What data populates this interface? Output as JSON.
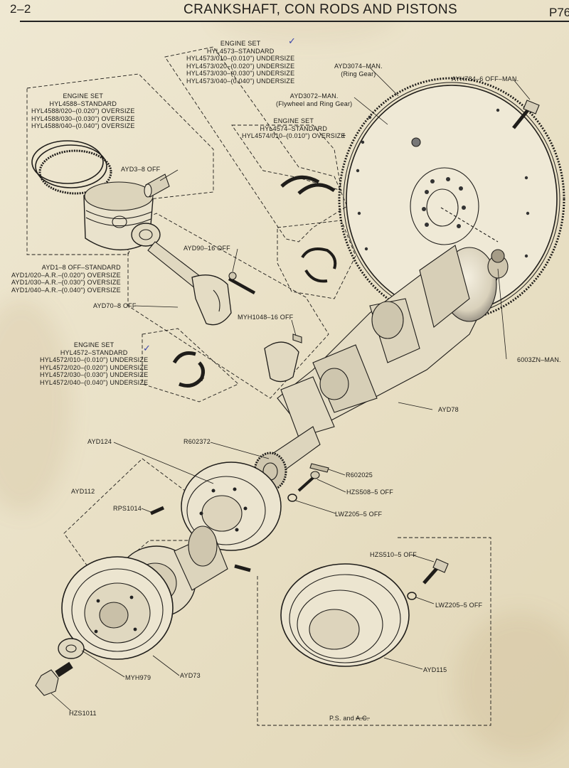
{
  "header": {
    "section": "2–2",
    "title": "CRANKSHAFT, CON RODS AND PISTONS",
    "page": "P76"
  },
  "callouts": {
    "engine_set_main": {
      "lines": [
        "ENGINE SET",
        "HYL4573–STANDARD",
        "HYL4573/010–(0.010\") UNDERSIZE",
        "HYL4573/020–(0.020\") UNDERSIZE",
        "HYL4573/030–(0.030\") UNDERSIZE",
        "HYL4573/040–(0.040\") UNDERSIZE"
      ]
    },
    "engine_set_rings": {
      "lines": [
        "ENGINE SET",
        "HYL4588–STANDARD",
        "HYL4588/020–(0.020\") OVERSIZE",
        "HYL4588/030–(0.030\") OVERSIZE",
        "HYL4588/040–(0.040\") OVERSIZE"
      ]
    },
    "engine_set_thrust": {
      "lines": [
        "ENGINE SET",
        "HYL4574–STANDARD",
        "HYL4574/010–(0.010\") OVERSIZE"
      ]
    },
    "engine_set_conrod": {
      "lines": [
        "ENGINE SET",
        "HYL4572–STANDARD",
        "HYL4572/010–(0.010\") UNDERSIZE",
        "HYL4572/020–(0.020\") UNDERSIZE",
        "HYL4572/030–(0.030\") UNDERSIZE",
        "HYL4572/040–(0.040\") UNDERSIZE"
      ]
    },
    "pistons": {
      "lines": [
        "AYD1–8 OFF–STANDARD",
        "AYD1/020–A.R.–(0.020\") OVERSIZE",
        "AYD1/030–A.R.–(0.030\") OVERSIZE",
        "AYD1/040–A.R.–(0.040\") OVERSIZE"
      ]
    },
    "ring_gear": {
      "lines": [
        "AYD3074–MAN.",
        "(Ring Gear)"
      ]
    },
    "flywheel": {
      "lines": [
        "AYD3072–MAN.",
        "(Flywheel and Ring Gear)"
      ]
    },
    "flywheel_bolt": "AYH784–6 OFF–MAN.",
    "gudgeon_pin": "AYD3–8 OFF",
    "conrod_bolt": "AYD90–16 OFF",
    "conrod": "AYD70–8 OFF",
    "conrod_nut": "MYH1048–16 OFF",
    "spigot_bearing": "6003ZN–MAN.",
    "crankshaft": "AYD78",
    "damper": "AYD124",
    "gear": "R602372",
    "key": "R602025",
    "pulley_bolt": "HZS508–5 OFF",
    "pulley_washer": "LWZ205–5 OFF",
    "hub": "AYD112",
    "dowel": "RPS1014",
    "aux_bolt": "HZS510–5 OFF",
    "aux_washer": "LWZ205–5 OFF",
    "crank_pulley": "AYD73",
    "washer": "MYH979",
    "crank_bolt": "HZS1011",
    "aux_pulley": "AYD115",
    "ps_ac": "P.S. and A.C."
  },
  "colors": {
    "paper": "#ece4cc",
    "ink": "#1f1d1a",
    "tick": "#3a44a8"
  },
  "icons": {
    "check_mark": "✓",
    "cross_mark": "+"
  }
}
